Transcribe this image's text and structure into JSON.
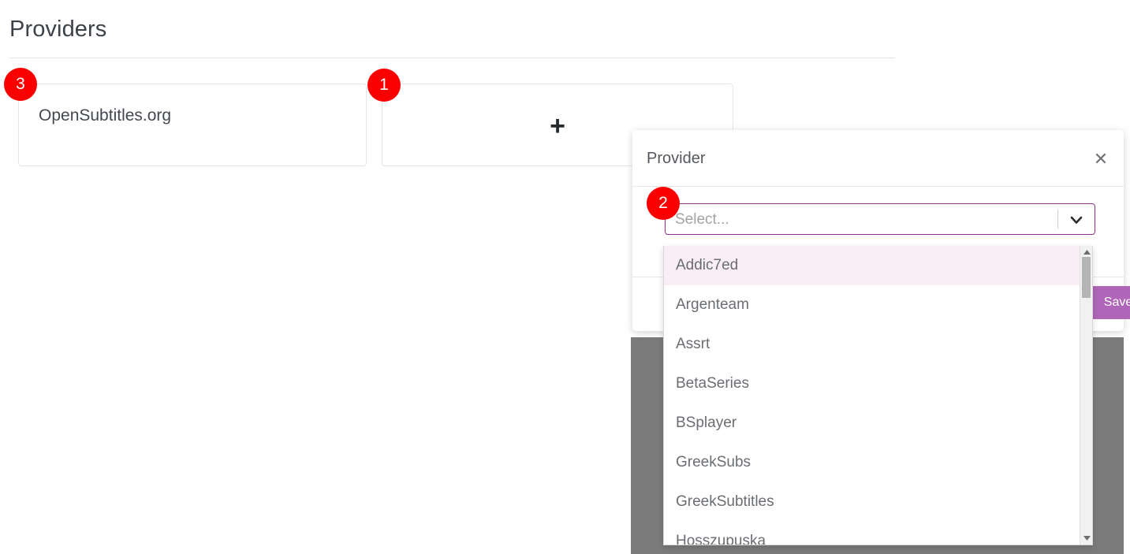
{
  "page": {
    "title": "Providers"
  },
  "cards": [
    {
      "name": "provider-card",
      "label": "OpenSubtitles.org"
    },
    {
      "name": "add-provider-card",
      "icon": "plus-icon",
      "label": "+"
    }
  ],
  "dialog": {
    "title": "Provider",
    "close_icon": "close-icon",
    "select": {
      "placeholder": "Select...",
      "value": "",
      "arrow_icon": "chevron-down-icon",
      "border_color": "#8b2f8b"
    },
    "save_label": "Save",
    "save_color": "#b066b8"
  },
  "dropdown": {
    "options": [
      "Addic7ed",
      "Argenteam",
      "Assrt",
      "BetaSeries",
      "BSplayer",
      "GreekSubs",
      "GreekSubtitles",
      "Hosszupuska"
    ],
    "focused_index": 0,
    "highlight_color": "#f9eef6",
    "scrollbar": {
      "up_icon": "scroll-up-arrow-icon",
      "down_icon": "scroll-down-arrow-icon"
    }
  },
  "annotations": {
    "badge_color": "#fa0000",
    "items": [
      {
        "number": "1",
        "target": "add-provider-card"
      },
      {
        "number": "2",
        "target": "provider-select"
      },
      {
        "number": "3",
        "target": "provider-card"
      }
    ]
  }
}
